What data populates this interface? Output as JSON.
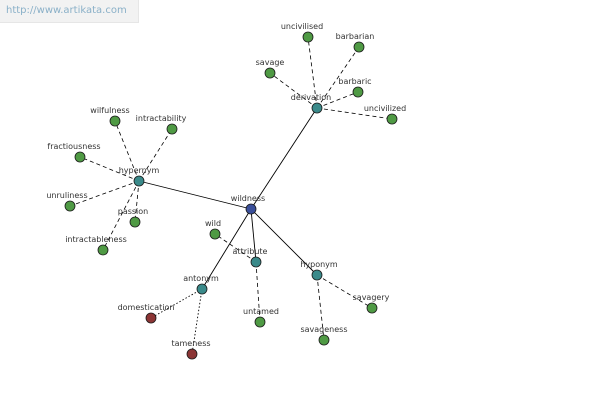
{
  "watermark": "http://www.artikata.com",
  "colors": {
    "root": "#3a4f9a",
    "relation": "#3a8a8a",
    "word": "#4f9a44",
    "antonym_word": "#8c3535",
    "edge": "#000000"
  },
  "root": "wildness",
  "relations": {
    "derivation": "derivation",
    "hypernym": "hypernym",
    "attribute": "attribute",
    "hyponym": "hyponym",
    "antonym": "antonym"
  },
  "words": {
    "uncivilised": "uncivilised",
    "barbarian": "barbarian",
    "savage": "savage",
    "barbaric": "barbaric",
    "uncivilized": "uncivilized",
    "wilfulness": "wilfulness",
    "intractability": "intractability",
    "fractiousness": "fractiousness",
    "unruliness": "unruliness",
    "passion": "passion",
    "intractableness": "intractableness",
    "wild": "wild",
    "untamed": "untamed",
    "savagery": "savagery",
    "savageness": "savageness",
    "domestication": "domestication",
    "tameness": "tameness"
  }
}
